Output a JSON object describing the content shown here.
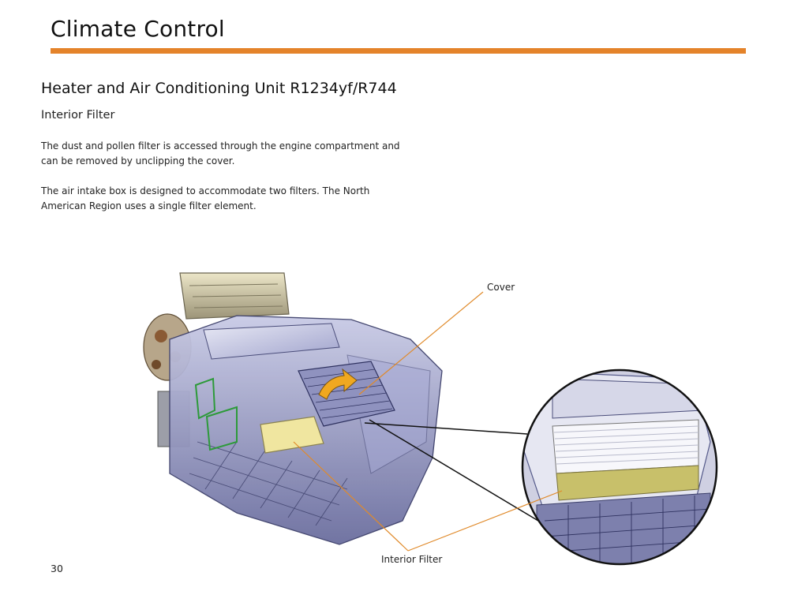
{
  "header": {
    "title": "Climate Control",
    "accent_color": "#e4832a"
  },
  "section": {
    "heading": "Heater and Air Conditioning Unit R1234yf/R744",
    "subheading": "Interior Filter",
    "paragraphs": [
      "The dust and pollen filter is accessed through the engine compartment and can be removed by unclipping the cover.",
      "The air intake box is designed to accommodate two filters.  The North American Region uses a single filter element."
    ]
  },
  "figure": {
    "callouts": {
      "cover": "Cover",
      "interior_filter": "Interior Filter"
    },
    "leader_color": "#e08a2a",
    "filter_color": "#f0e6a0",
    "arrow_color": "#f0a820"
  },
  "footer": {
    "page_number": "30"
  }
}
